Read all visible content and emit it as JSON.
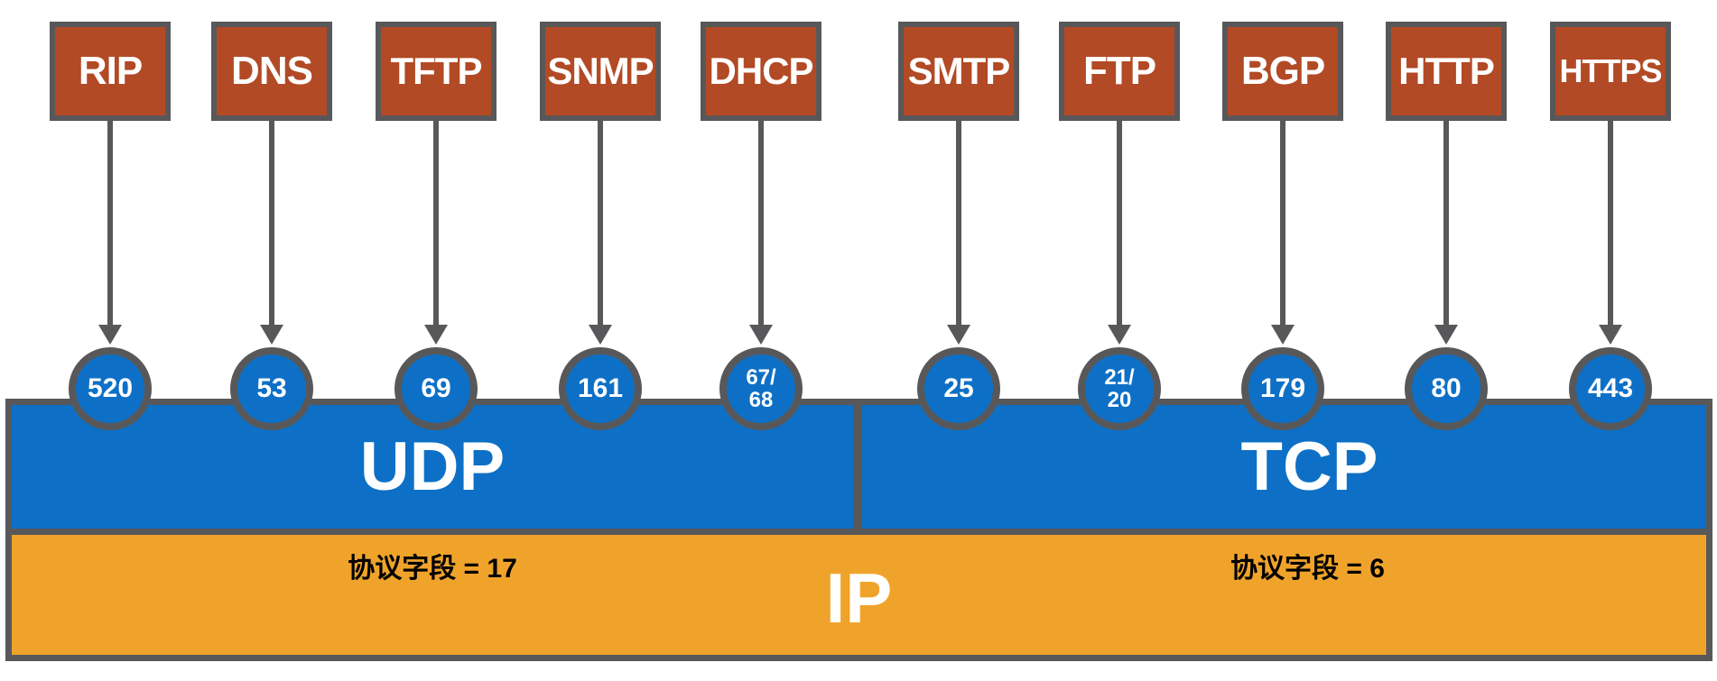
{
  "diagram": {
    "app_ports": [
      {
        "protocol": "RIP",
        "port_lines": [
          "520"
        ]
      },
      {
        "protocol": "DNS",
        "port_lines": [
          "53"
        ]
      },
      {
        "protocol": "TFTP",
        "port_lines": [
          "69"
        ]
      },
      {
        "protocol": "SNMP",
        "port_lines": [
          "161"
        ]
      },
      {
        "protocol": "DHCP",
        "port_lines": [
          "67/",
          "68"
        ]
      },
      {
        "protocol": "SMTP",
        "port_lines": [
          "25"
        ]
      },
      {
        "protocol": "FTP",
        "port_lines": [
          "21/",
          "20"
        ]
      },
      {
        "protocol": "BGP",
        "port_lines": [
          "179"
        ]
      },
      {
        "protocol": "HTTP",
        "port_lines": [
          "80"
        ]
      },
      {
        "protocol": "HTTPS",
        "port_lines": [
          "443"
        ]
      }
    ],
    "transport_layer": {
      "udp_label": "UDP",
      "tcp_label": "TCP"
    },
    "network_layer": {
      "ip_label": "IP",
      "udp_protocol_field": "协议字段 = 17",
      "tcp_protocol_field": "协议字段 = 6"
    },
    "colors": {
      "box_fill": "#B24A25",
      "outline_gray": "#58585A",
      "blue": "#0D70C6",
      "orange": "#F0A32B"
    }
  }
}
